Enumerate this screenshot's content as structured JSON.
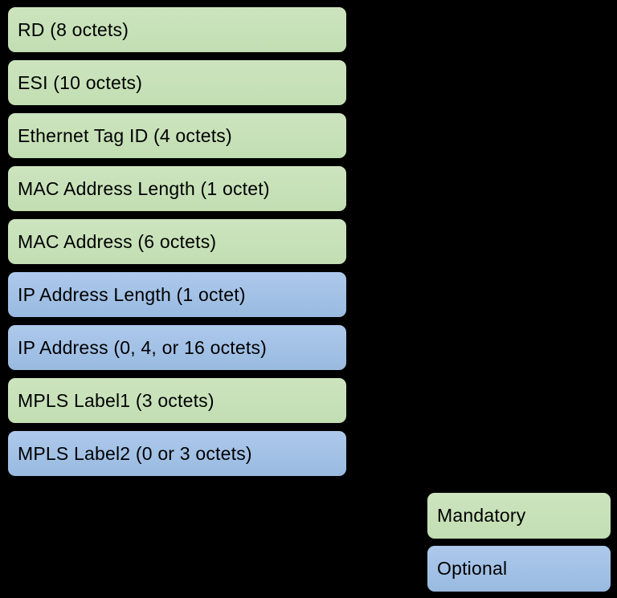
{
  "diagram": {
    "background": "#000000",
    "colors": {
      "mandatory_fill_top": "#cde4bf",
      "mandatory_fill_bottom": "#c2deb2",
      "optional_fill_top": "#adc9ec",
      "optional_fill_bottom": "#99bae0",
      "border": "#000000",
      "text": "#000000"
    },
    "fields": [
      {
        "label": "RD (8 octets)",
        "type": "mandatory"
      },
      {
        "label": "ESI (10 octets)",
        "type": "mandatory"
      },
      {
        "label": "Ethernet Tag ID (4 octets)",
        "type": "mandatory"
      },
      {
        "label": "MAC Address Length (1 octet)",
        "type": "mandatory"
      },
      {
        "label": "MAC Address (6 octets)",
        "type": "mandatory"
      },
      {
        "label": "IP Address Length (1 octet)",
        "type": "optional"
      },
      {
        "label": "IP Address (0, 4, or 16 octets)",
        "type": "optional"
      },
      {
        "label": "MPLS Label1 (3 octets)",
        "type": "mandatory"
      },
      {
        "label": "MPLS Label2 (0 or 3 octets)",
        "type": "optional"
      }
    ],
    "legend": [
      {
        "label": "Mandatory",
        "type": "mandatory"
      },
      {
        "label": "Optional",
        "type": "optional"
      }
    ]
  }
}
